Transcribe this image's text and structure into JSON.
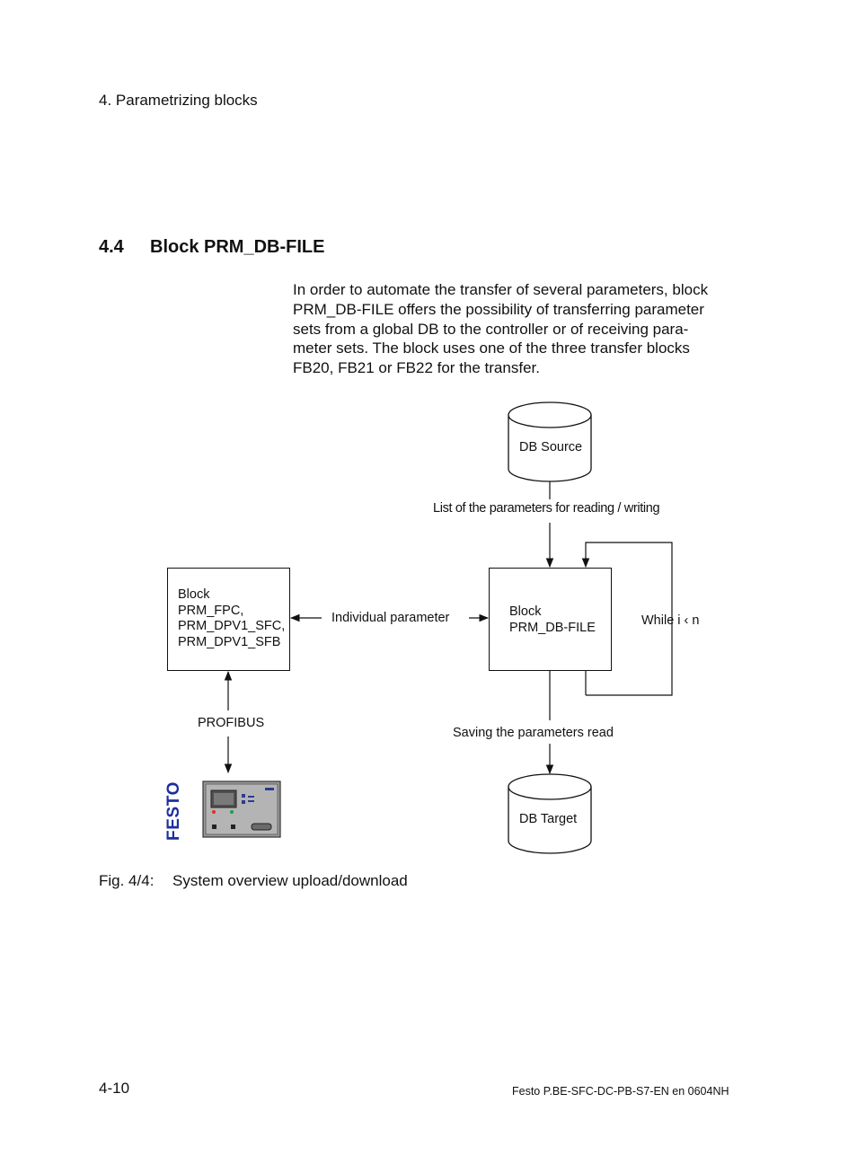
{
  "header": {
    "chapter": "4.  Parametrizing blocks"
  },
  "section": {
    "number": "4.4",
    "title": "Block  PRM_DB-FILE"
  },
  "intro_lines": [
    "In order to automate the transfer of several parameters, block",
    "PRM_DB-FILE offers the possibility of transferring parameter",
    "sets from a global DB to the controller or of receiving para-",
    "meter sets. The block uses one of the three transfer blocks",
    "FB20, FB21 or FB22 for the transfer."
  ],
  "diagram": {
    "db_source": "DB Source",
    "list_label": "List of the parameters for reading / writing",
    "left_block_lines": [
      "Block",
      "PRM_FPC,",
      "PRM_DPV1_SFC,",
      "PRM_DPV1_SFB"
    ],
    "individual_label": "Individual parameter",
    "right_block_lines": [
      "Block",
      "PRM_DB-FILE"
    ],
    "while_label": "While i ‹ n",
    "profibus_label": "PROFIBUS",
    "saving_label": "Saving the parameters read",
    "db_target": "DB Target",
    "logo_text": "FESTO",
    "colors": {
      "logo_blue": "#1c2f9e",
      "device_grey": "#9a9a9a",
      "led_red": "#e03020",
      "led_green": "#20a040"
    }
  },
  "caption": {
    "number": "Fig. 4/4:",
    "text": "System overview upload/download"
  },
  "footer": {
    "page_number": "4-10",
    "doc_ref": "Festo  P.BE-SFC-DC-PB-S7-EN  en 0604NH"
  }
}
